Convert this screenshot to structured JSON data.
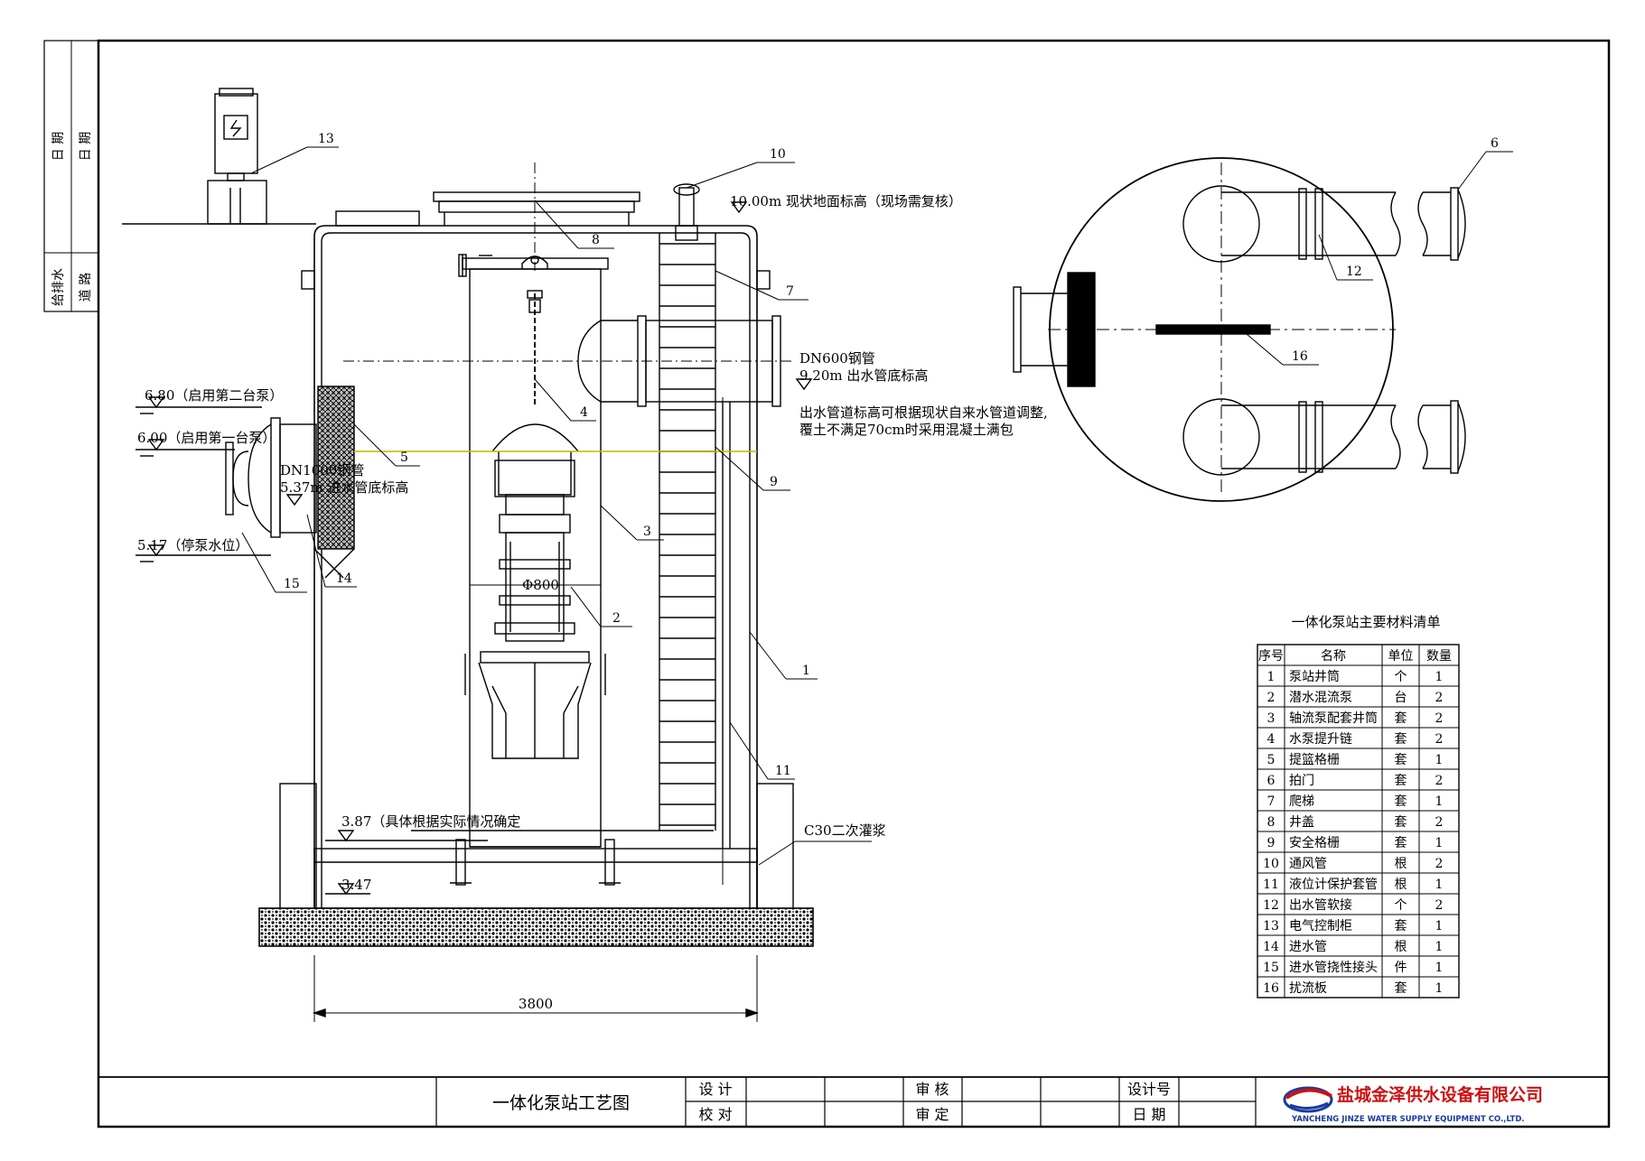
{
  "title_block": {
    "drawing_title": "一体化泵站工艺图",
    "design": "设 计",
    "check": "校 对",
    "review": "审 核",
    "approve": "审 定",
    "design_no": "设计号",
    "date": "日 期"
  },
  "side_block": {
    "date1": "日 期",
    "date2": "日 期",
    "discipline1": "给排水",
    "discipline2": "道 路"
  },
  "company": {
    "name_cn": "盐城金泽供水设备有限公司",
    "name_en": "YANCHENG JINZE WATER SUPPLY EQUIPMENT CO.,LTD.",
    "colors": {
      "red": "#cc1111",
      "blue": "#1a3aa0"
    }
  },
  "annotations": {
    "ground": "10.00m 现状地面标高（现场需复核）",
    "outlet_pipe": "DN600钢管",
    "outlet_bottom": "9.20m 出水管底标高",
    "outlet_note1": "出水管道标高可根据现状自来水管道调整,",
    "outlet_note2": "覆土不满足70cm时采用混凝土满包",
    "level_680": "6.80（启用第二台泵）",
    "level_600": "6.00（启用第一台泵）",
    "inlet_pipe": "DN1000钢管",
    "inlet_bottom": "5.37m 进水管底标高",
    "level_517": "5.17（停泵水位）",
    "level_387": "3.87（具体根据实际情况确定",
    "level_347": "3.47",
    "grout": "C30二次灌浆",
    "diameter": "Φ800",
    "width": "3800"
  },
  "callouts": [
    "1",
    "2",
    "3",
    "4",
    "5",
    "6",
    "7",
    "8",
    "9",
    "10",
    "11",
    "12",
    "13",
    "14",
    "15",
    "16"
  ],
  "bom": {
    "title": "一体化泵站主要材料清单",
    "headers": [
      "序号",
      "名称",
      "单位",
      "数量"
    ],
    "rows": [
      [
        "1",
        "泵站井筒",
        "个",
        "1"
      ],
      [
        "2",
        "潜水混流泵",
        "台",
        "2"
      ],
      [
        "3",
        "轴流泵配套井筒",
        "套",
        "2"
      ],
      [
        "4",
        "水泵提升链",
        "套",
        "2"
      ],
      [
        "5",
        "提篮格栅",
        "套",
        "1"
      ],
      [
        "6",
        "拍门",
        "套",
        "2"
      ],
      [
        "7",
        "爬梯",
        "套",
        "1"
      ],
      [
        "8",
        "井盖",
        "套",
        "2"
      ],
      [
        "9",
        "安全格栅",
        "套",
        "1"
      ],
      [
        "10",
        "通风管",
        "根",
        "2"
      ],
      [
        "11",
        "液位计保护套管",
        "根",
        "1"
      ],
      [
        "12",
        "出水管软接",
        "个",
        "2"
      ],
      [
        "13",
        "电气控制柜",
        "套",
        "1"
      ],
      [
        "14",
        "进水管",
        "根",
        "1"
      ],
      [
        "15",
        "进水管挠性接头",
        "件",
        "1"
      ],
      [
        "16",
        "扰流板",
        "套",
        "1"
      ]
    ]
  }
}
